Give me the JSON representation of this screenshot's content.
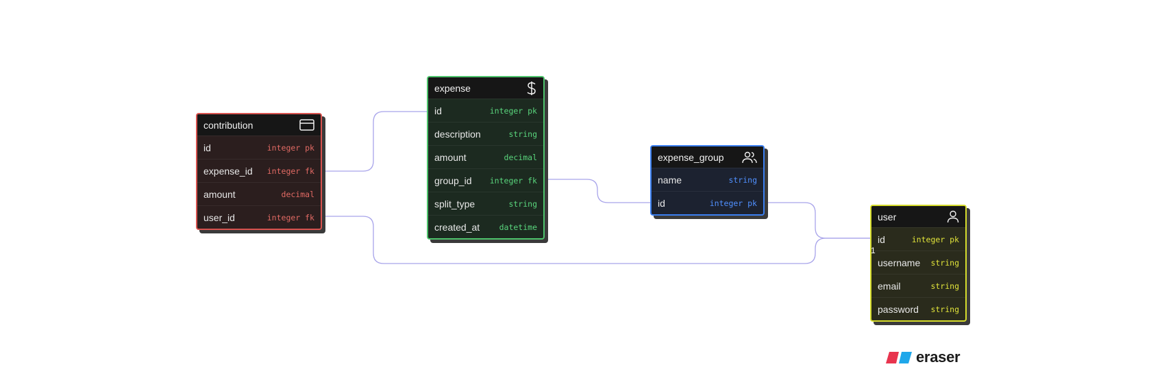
{
  "colors": {
    "contribution": "#d9534f",
    "expense": "#4ec46c",
    "expense_group": "#3b7ff0",
    "user": "#d7dd2c",
    "edge": "#a7a3ea"
  },
  "entities": {
    "contribution": {
      "name": "contribution",
      "icon": "card-icon",
      "fields": [
        {
          "name": "id",
          "type": "integer pk"
        },
        {
          "name": "expense_id",
          "type": "integer fk"
        },
        {
          "name": "amount",
          "type": "decimal"
        },
        {
          "name": "user_id",
          "type": "integer fk"
        }
      ]
    },
    "expense": {
      "name": "expense",
      "icon": "dollar-icon",
      "fields": [
        {
          "name": "id",
          "type": "integer pk"
        },
        {
          "name": "description",
          "type": "string"
        },
        {
          "name": "amount",
          "type": "decimal"
        },
        {
          "name": "group_id",
          "type": "integer fk"
        },
        {
          "name": "split_type",
          "type": "string"
        },
        {
          "name": "created_at",
          "type": "datetime"
        }
      ]
    },
    "expense_group": {
      "name": "expense_group",
      "icon": "users-icon",
      "fields": [
        {
          "name": "name",
          "type": "string"
        },
        {
          "name": "id",
          "type": "integer pk"
        }
      ]
    },
    "user": {
      "name": "user",
      "icon": "user-icon",
      "fields": [
        {
          "name": "id",
          "type": "integer pk"
        },
        {
          "name": "username",
          "type": "string"
        },
        {
          "name": "email",
          "type": "string"
        },
        {
          "name": "password",
          "type": "string"
        }
      ]
    }
  },
  "relations": [
    {
      "from": "contribution.expense_id",
      "to": "expense.id"
    },
    {
      "from": "contribution.user_id",
      "to": "user.id"
    },
    {
      "from": "expense.group_id",
      "to": "expense_group.id"
    },
    {
      "from": "expense_group.id",
      "to": "user.id"
    }
  ],
  "cardinality_marker": "1",
  "brand": "eraser"
}
